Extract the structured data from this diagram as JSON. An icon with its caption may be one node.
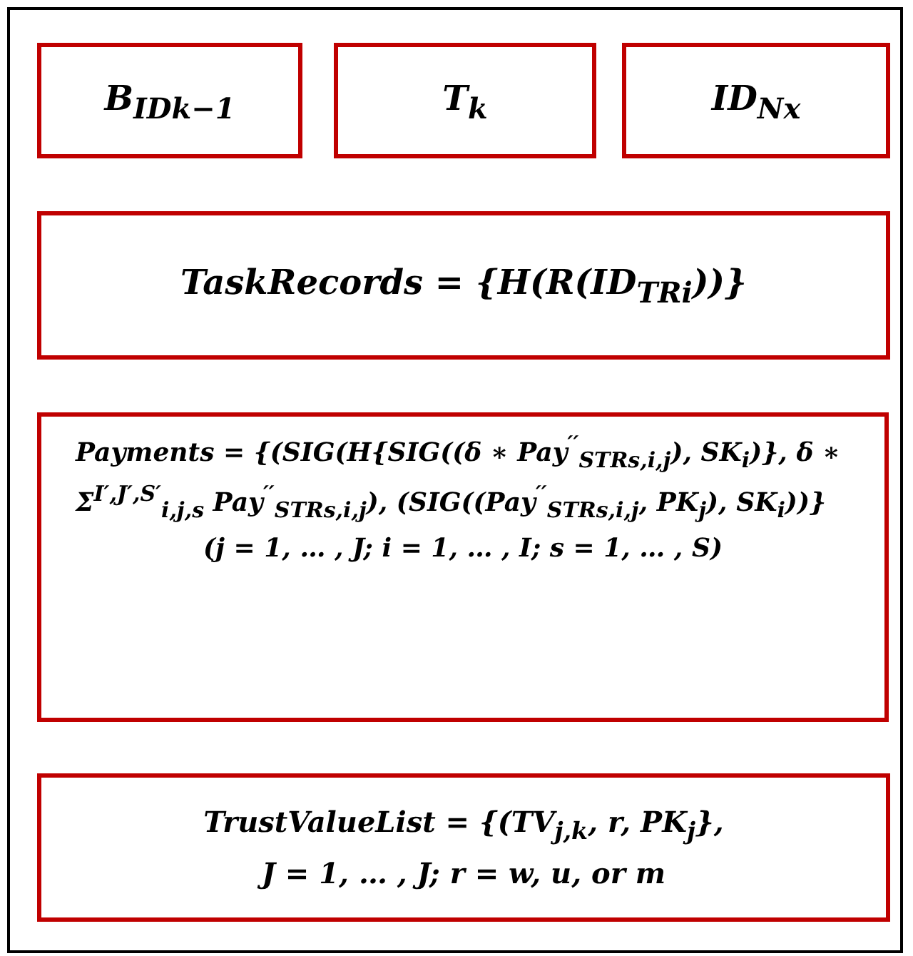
{
  "diagram": {
    "nodes": [
      {
        "text": [],
        "shape": "box"
      },
      {
        "text": [
          "B$_{ID}$$_{k−1}$"
        ],
        "in": 0
      },
      {
        "text": [
          "T$_{k}$"
        ],
        "in": 0
      },
      {
        "text": [
          "ID$_{N}$$_{x}$"
        ],
        "in": 0
      },
      {
        "text": [
          "TaskRecords = {H(R(ID$_{TR}$$_{i}$))}"
        ],
        "in": 0
      },
      {
        "text": [
          "Payments = {(SIG(H{SIG((δ ∗ Pay$^{′′}$$_{STR}$$_{s,i,j}$), SK$_{i}$)}, δ ∗ Σ$^{I′,J′,S′}$$_{i,j,s}$ Pay$^{′′}$$_{STR}$$_{s,i,j}$), (SIG((Pay$^{′′}$$_{STR}$$_{s,i,j}$, PK$_{j}$), SK$_{i}$))}",
          "(j = 1, … , J; i = 1, … , I; s = 1, … , S)"
        ],
        "in": 0
      },
      {
        "text": [
          "TrustValueList = {(TV$_{j,k}$, r, PK$_{j}$},",
          "J = 1, … , J; r = w, u, or m"
        ],
        "in": 0
      }
    ]
  }
}
